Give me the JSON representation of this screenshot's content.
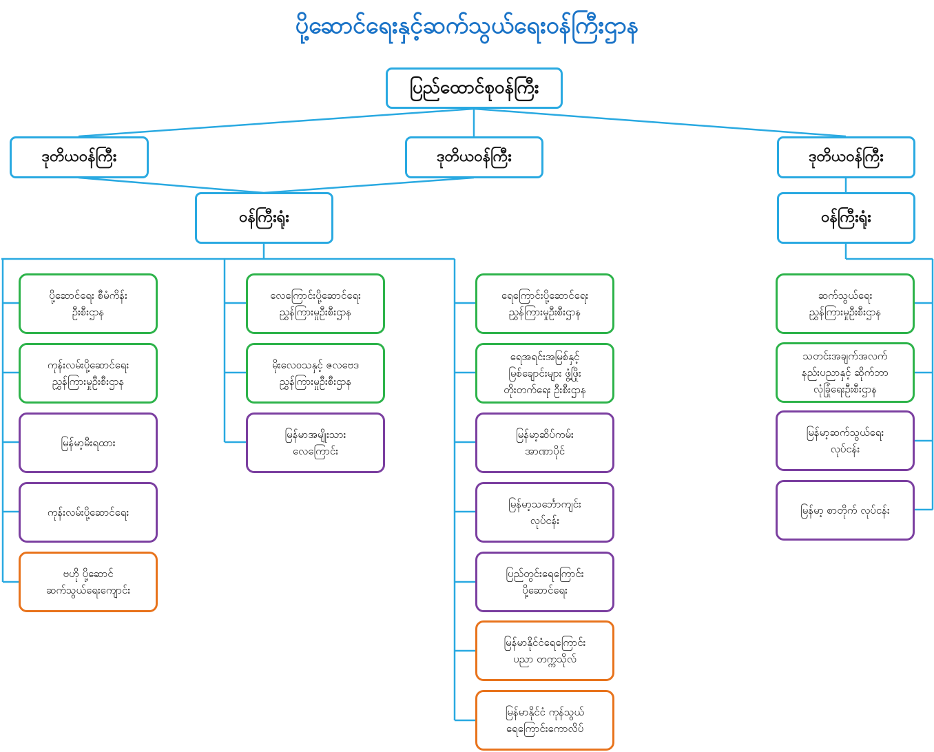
{
  "title": "ပို့ဆောင်ရေးနှင့်ဆက်သွယ်ရေးဝန်ကြီးဌာန",
  "colors": {
    "title": "#1a73c7",
    "connector": "#29a9e1",
    "executive_box": "#29a9e1",
    "department_box": "#2db34a",
    "enterprise_box": "#7b3fa0",
    "institute_box": "#e8731c"
  },
  "union_minister": "ပြည်ထောင်စုဝန်ကြီး",
  "deputy_ministers": [
    "ဒုတိယဝန်ကြီး",
    "ဒုတိယဝန်ကြီး",
    "ဒုတိယဝန်ကြီး"
  ],
  "ministers_offices": [
    "ဝန်ကြီးရုံး",
    "ဝန်ကြီးရုံး"
  ],
  "column1": [
    "ပို့ဆောင်ရေး စီမံကိန်း\nဦးစီးဌာန",
    "ကုန်းလမ်းပို့ဆောင်ရေး\nညွှန်ကြားမှုဦးစီးဌာန",
    "မြန်မာ့မီးရထား",
    "ကုန်းလမ်းပို့ဆောင်ရေး",
    "ဗဟို ပို့ဆောင်\nဆက်သွယ်ရေးကျောင်း"
  ],
  "column2": [
    "လေကြောင်းပို့ဆောင်ရေး\nညွှန်ကြားမှုဦးစီးဌာန",
    "မိုးလေဝသနှင့် ဇလဗေဒ\nညွှန်ကြားမှုဦးစီးဌာန",
    "မြန်မာအမျိုးသား\nလေကြောင်း"
  ],
  "column3": [
    "ရေကြောင်းပို့ဆောင်ရေး\nညွှန်ကြားမှုဦးစီးဌာန",
    "ရေအရင်းအမြစ်နှင့်\nမြစ်ချောင်းများ ဖွံ့ဖြိုး\nတိုးတက်ရေး ဦးစီးဌာန",
    "မြန်မာ့ဆိပ်ကမ်း\nအာဏာပိုင်",
    "မြန်မာ့သင်္ဘောကျင်း\nလုပ်ငန်း",
    "ပြည်တွင်းရေကြောင်း\nပို့ဆောင်ရေး",
    "မြန်မာနိုင်ငံရေကြောင်း\nပညာ တက္ကသိုလ်",
    "မြန်မာနိုင်ငံ ကုန်သွယ်\nရေကြောင်းကောလိပ်"
  ],
  "column4": [
    "ဆက်သွယ်ရေး\nညွှန်ကြားမှုဦးစီးဌာန",
    "သတင်းအချက်အလက်\nနည်းပညာနှင့် ဆိုက်ဘာ\nလုံခြုံရေးဦးစီးဌာန",
    "မြန်မာ့ဆက်သွယ်ရေး\nလုပ်ငန်း",
    "မြန်မာ့ စာတိုက် လုပ်ငန်း"
  ]
}
